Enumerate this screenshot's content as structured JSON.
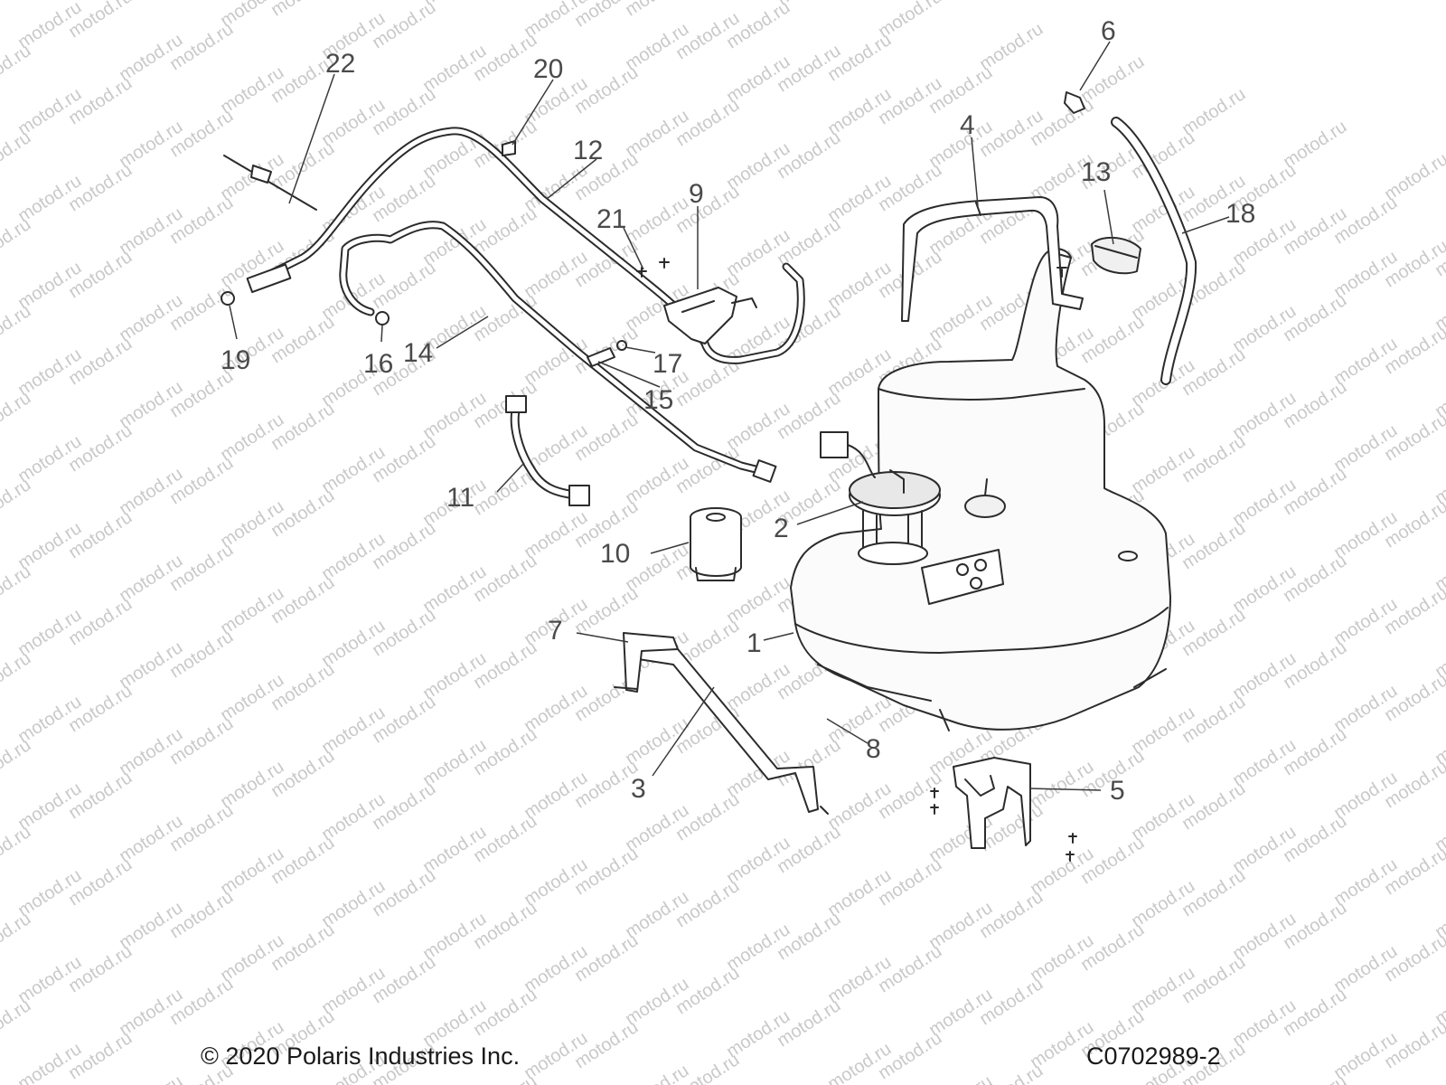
{
  "watermark": {
    "text": "motod.ru"
  },
  "callouts": [
    "1",
    "2",
    "3",
    "4",
    "5",
    "6",
    "7",
    "8",
    "9",
    "10",
    "11",
    "12",
    "13",
    "14",
    "15",
    "16",
    "17",
    "18",
    "19",
    "20",
    "21",
    "22"
  ],
  "footer": {
    "copyright": "© 2020 Polaris Industries Inc.",
    "figure_code": "C0702989-2"
  }
}
